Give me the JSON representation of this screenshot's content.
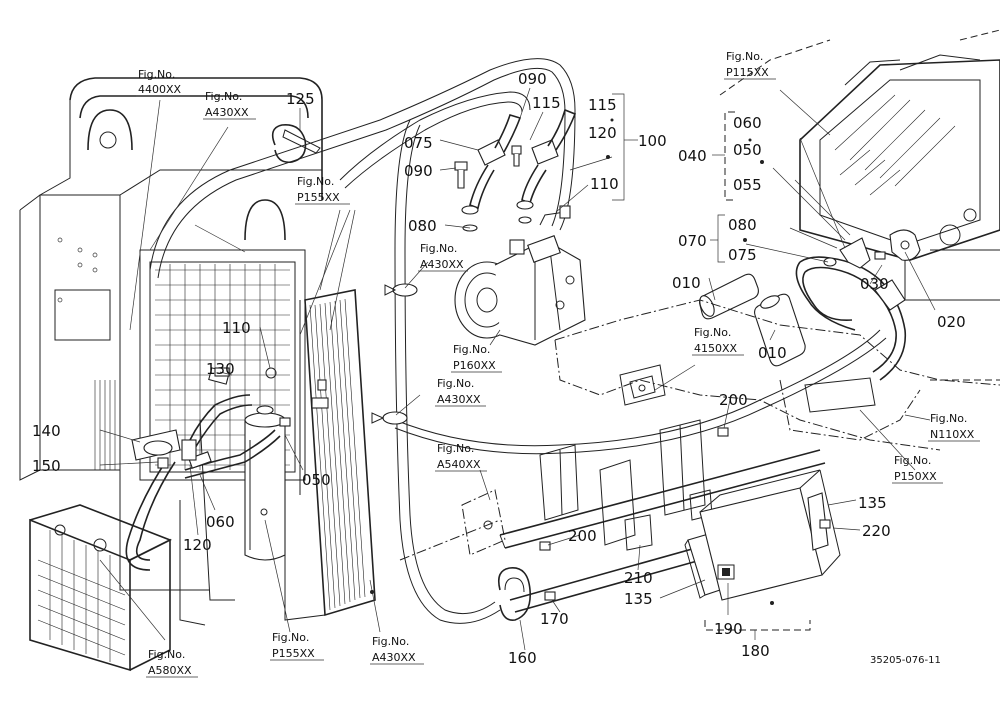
{
  "callouts": [
    {
      "id": "c125",
      "text": "125"
    },
    {
      "id": "c090a",
      "text": "090"
    },
    {
      "id": "c115a",
      "text": "115"
    },
    {
      "id": "c115b",
      "text": "115"
    },
    {
      "id": "c120a",
      "text": "120"
    },
    {
      "id": "c100",
      "text": "100"
    },
    {
      "id": "c075a",
      "text": "075"
    },
    {
      "id": "c090b",
      "text": "090"
    },
    {
      "id": "c110a",
      "text": "110"
    },
    {
      "id": "c080a",
      "text": "080"
    },
    {
      "id": "c060a",
      "text": "060"
    },
    {
      "id": "c050a",
      "text": "050"
    },
    {
      "id": "c040",
      "text": "040"
    },
    {
      "id": "c055",
      "text": "055"
    },
    {
      "id": "c080b",
      "text": "080"
    },
    {
      "id": "c075b",
      "text": "075"
    },
    {
      "id": "c070",
      "text": "070"
    },
    {
      "id": "c010a",
      "text": "010"
    },
    {
      "id": "c010b",
      "text": "010"
    },
    {
      "id": "c030",
      "text": "030"
    },
    {
      "id": "c020",
      "text": "020"
    },
    {
      "id": "c110b",
      "text": "110"
    },
    {
      "id": "c130",
      "text": "130"
    },
    {
      "id": "c140",
      "text": "140"
    },
    {
      "id": "c150",
      "text": "150"
    },
    {
      "id": "c050b",
      "text": "050"
    },
    {
      "id": "c060b",
      "text": "060"
    },
    {
      "id": "c120b",
      "text": "120"
    },
    {
      "id": "c200a",
      "text": "200"
    },
    {
      "id": "c200b",
      "text": "200"
    },
    {
      "id": "c135a",
      "text": "135"
    },
    {
      "id": "c220",
      "text": "220"
    },
    {
      "id": "c210",
      "text": "210"
    },
    {
      "id": "c135b",
      "text": "135"
    },
    {
      "id": "c170",
      "text": "170"
    },
    {
      "id": "c160",
      "text": "160"
    },
    {
      "id": "c190",
      "text": "190"
    },
    {
      "id": "c180",
      "text": "180"
    }
  ],
  "fig_refs": [
    {
      "id": "f4400",
      "label": "Fig.No.",
      "code": "4400XX"
    },
    {
      "id": "fA430a",
      "label": "Fig.No.",
      "code": "A430XX"
    },
    {
      "id": "fP155a",
      "label": "Fig.No.",
      "code": "P155XX"
    },
    {
      "id": "fA430b",
      "label": "Fig.No.",
      "code": "A430XX"
    },
    {
      "id": "fP160",
      "label": "Fig.No.",
      "code": "P160XX"
    },
    {
      "id": "fA430c",
      "label": "Fig.No.",
      "code": "A430XX"
    },
    {
      "id": "fP115",
      "label": "Fig.No.",
      "code": "P115XX"
    },
    {
      "id": "f4150",
      "label": "Fig.No.",
      "code": "4150XX"
    },
    {
      "id": "fA540",
      "label": "Fig.No.",
      "code": "A540XX"
    },
    {
      "id": "fN110",
      "label": "Fig.No.",
      "code": "N110XX"
    },
    {
      "id": "fP150",
      "label": "Fig.No.",
      "code": "P150XX"
    },
    {
      "id": "fA580",
      "label": "Fig.No.",
      "code": "A580XX"
    },
    {
      "id": "fP155b",
      "label": "Fig.No.",
      "code": "P155XX"
    },
    {
      "id": "fA430d",
      "label": "Fig.No.",
      "code": "A430XX"
    }
  ],
  "drawing_number": "35205-076-11"
}
